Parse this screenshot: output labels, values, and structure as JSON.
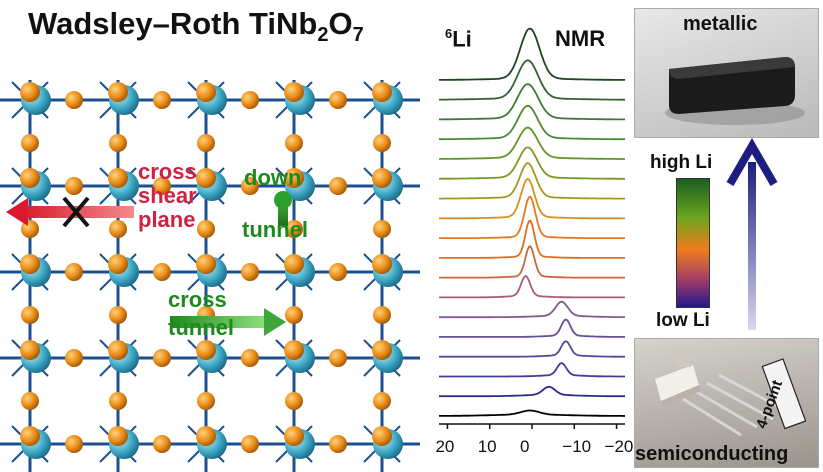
{
  "title": {
    "main": "Wadsley–Roth TiNb",
    "sub1": "2",
    "mid": "O",
    "sub2": "7"
  },
  "crystal": {
    "labels": {
      "cross_shear": [
        "cross",
        "shear",
        "plane"
      ],
      "down_tunnel": [
        "down",
        "tunnel"
      ],
      "cross_tunnel": [
        "cross",
        "tunnel"
      ]
    },
    "colors": {
      "atom_orange": "#e88a16",
      "atom_blue": "#3fa9c6",
      "bond": "#1c4f8f",
      "red": "#d0213f",
      "green": "#1d8a1d"
    },
    "icons": [
      "blocked-x-icon",
      "red-arrow-icon",
      "green-arrow-icon",
      "down-arrow-icon"
    ]
  },
  "nmr": {
    "isotope_mass": "6",
    "isotope": "Li",
    "label": "NMR",
    "ticks": [
      "20",
      "10",
      "0",
      "−10",
      "−20"
    ]
  },
  "chart_data": {
    "type": "line",
    "x_unit_ppm_range": [
      22,
      -22
    ],
    "ticks": [
      20,
      10,
      0,
      -10,
      -20
    ],
    "series": [
      {
        "peak": 0.5,
        "width": 3.0,
        "height": 4,
        "color": "#000000"
      },
      {
        "peak": -4,
        "width": 2.0,
        "height": 8,
        "color": "#2c2b8c"
      },
      {
        "peak": -7,
        "width": 1.5,
        "height": 12,
        "color": "#3e3ca0"
      },
      {
        "peak": -8,
        "width": 1.5,
        "height": 14,
        "color": "#51479e"
      },
      {
        "peak": -8,
        "width": 1.5,
        "height": 16,
        "color": "#67509a"
      },
      {
        "peak": -7,
        "width": 2.0,
        "height": 14,
        "color": "#805a90"
      },
      {
        "peak": 1.5,
        "width": 1.5,
        "height": 20,
        "color": "#a46070"
      },
      {
        "peak": 0.5,
        "width": 1.5,
        "height": 30,
        "color": "#c8673c"
      },
      {
        "peak": 0.5,
        "width": 1.5,
        "height": 36,
        "color": "#e06c20"
      },
      {
        "peak": 0.5,
        "width": 1.8,
        "height": 40,
        "color": "#e8781e"
      },
      {
        "peak": 1.0,
        "width": 2.2,
        "height": 38,
        "color": "#d8901c"
      },
      {
        "peak": 1.0,
        "width": 2.6,
        "height": 34,
        "color": "#a8951c"
      },
      {
        "peak": 1.0,
        "width": 3.0,
        "height": 30,
        "color": "#7a9a22"
      },
      {
        "peak": 1.0,
        "width": 3.2,
        "height": 30,
        "color": "#5b982c"
      },
      {
        "peak": 1.0,
        "width": 3.2,
        "height": 32,
        "color": "#4c8a34"
      },
      {
        "peak": 1.0,
        "width": 3.4,
        "height": 34,
        "color": "#3e7a34"
      },
      {
        "peak": 1.0,
        "width": 3.4,
        "height": 38,
        "color": "#30642c"
      },
      {
        "peak": 0.5,
        "width": 3.2,
        "height": 50,
        "color": "#1f4520"
      }
    ]
  },
  "right": {
    "top_photo_label": "metallic",
    "bottom_photo_label": "semiconducting",
    "probe_label": "4-point",
    "colorbar": {
      "high": "high Li",
      "low": "low Li",
      "colors": [
        "#1b5e20",
        "#6aa61e",
        "#f07d1e",
        "#9c3a6a",
        "#22188a"
      ]
    },
    "arrow_color": "#262686"
  }
}
